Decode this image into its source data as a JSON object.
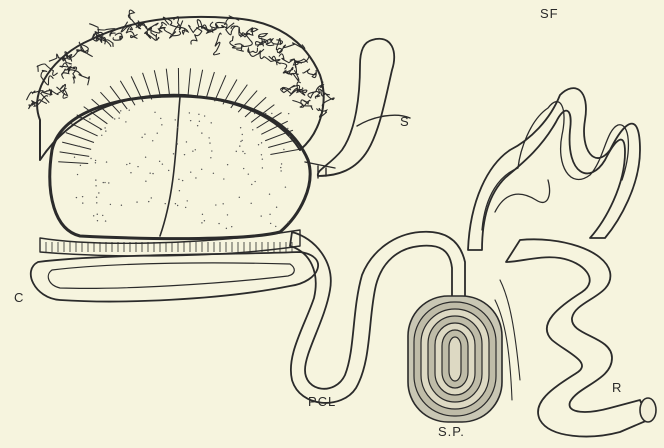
{
  "figure": {
    "labels": {
      "s": "S",
      "sf": "SF",
      "c": "C",
      "pcl": "PCL",
      "sp": "S.P.",
      "r": "R"
    },
    "colors": {
      "background": "#f6f4de",
      "ink": "#2b2b2b",
      "organ_fill": "#ece9d2",
      "spiral_shade": "#c9c7b4"
    }
  }
}
